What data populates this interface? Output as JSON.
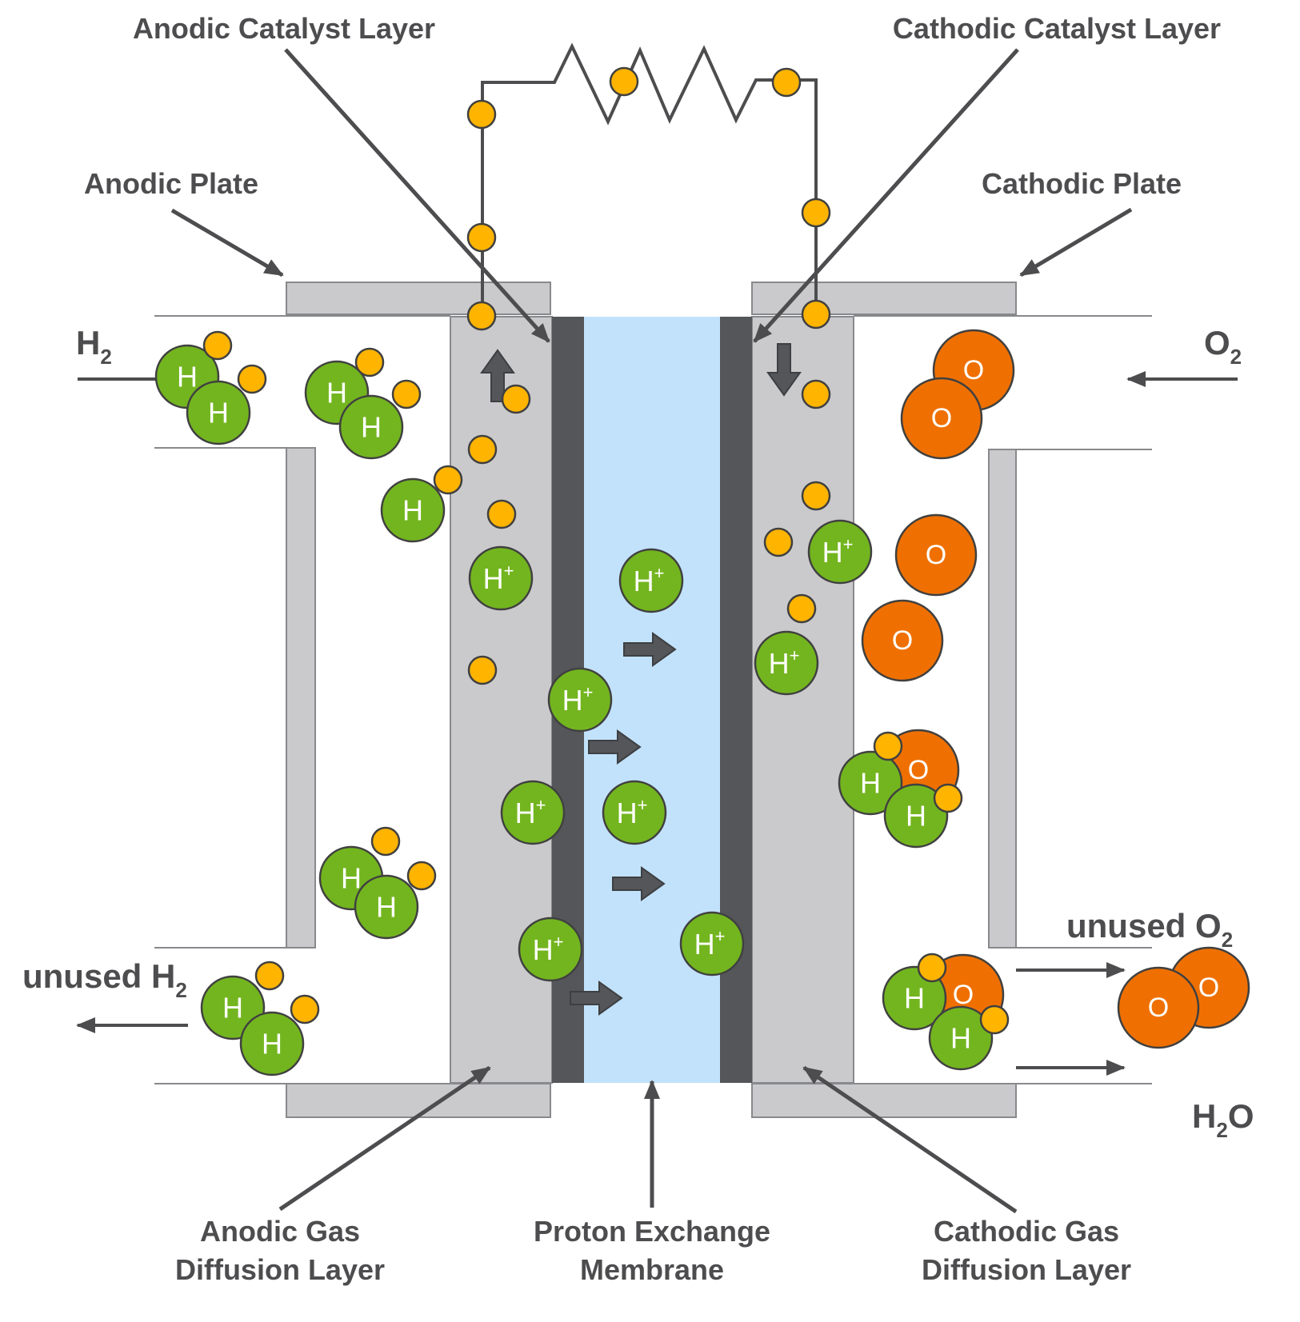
{
  "labels": {
    "anodic_catalyst_layer": "Anodic Catalyst Layer",
    "cathodic_catalyst_layer": "Cathodic Catalyst Layer",
    "anodic_plate": "Anodic Plate",
    "cathodic_plate": "Cathodic Plate",
    "anodic_gdl_line1": "Anodic Gas",
    "anodic_gdl_line2": "Diffusion Layer",
    "pem_line1": "Proton Exchange",
    "pem_line2": "Membrane",
    "cathodic_gdl_line1": "Cathodic Gas",
    "cathodic_gdl_line2": "Diffusion Layer"
  },
  "flows": {
    "h2_in": {
      "main": "H",
      "sub": "2"
    },
    "o2_in": {
      "main": "O",
      "sub": "2"
    },
    "unused_h2": {
      "main": "unused H",
      "sub": "2"
    },
    "unused_o2": {
      "main": "unused O",
      "sub": "2"
    },
    "water": {
      "pre": "H",
      "sub": "2",
      "post": "O"
    }
  },
  "species": {
    "hydrogen": "H",
    "oxygen": "O",
    "proton": "H",
    "proton_charge": "+"
  },
  "colors": {
    "hydrogen": "#73b51f",
    "oxygen": "#ef7000",
    "electron": "#ffb400",
    "membrane": "#c2e2fb",
    "catalyst": "#545659",
    "plate": "#cacacc",
    "ink": "#4d4d4f"
  }
}
